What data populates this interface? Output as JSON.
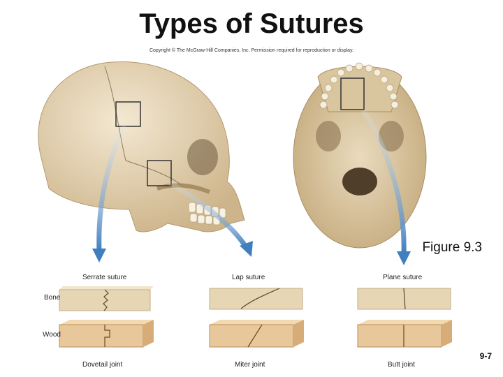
{
  "title": "Types of Sutures",
  "copyright": "Copyright © The McGraw-Hill Companies, Inc. Permission required for reproduction or display.",
  "figure_label": "Figure 9.3",
  "suture_labels": [
    "Serrate suture",
    "Lap suture",
    "Plane suture"
  ],
  "row_labels": {
    "bone": "Bone",
    "wood": "Wood"
  },
  "joint_labels": [
    "Dovetail joint",
    "Miter joint",
    "Butt joint"
  ],
  "page_number": "9-7",
  "colors": {
    "bone": "#e6d6b4",
    "wood": "#e8c79a",
    "arrow": "#4a86c0",
    "skull": "#e2cfae"
  }
}
